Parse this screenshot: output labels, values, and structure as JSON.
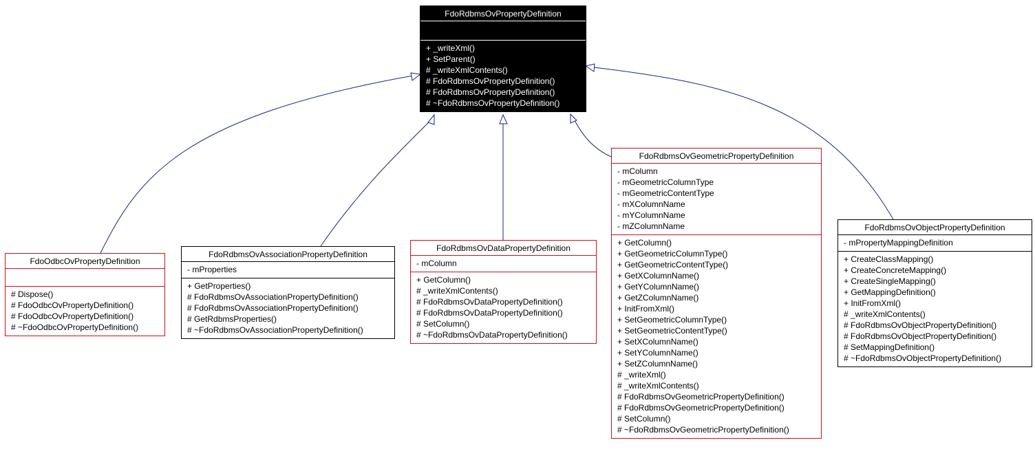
{
  "classes": {
    "base": {
      "name": "FdoRdbmsOvPropertyDefinition",
      "attributes": [],
      "methods": [
        "+ _writeXml()",
        "+ SetParent()",
        "# _writeXmlContents()",
        "# FdoRdbmsOvPropertyDefinition()",
        "# FdoRdbmsOvPropertyDefinition()",
        "# ~FdoRdbmsOvPropertyDefinition()"
      ]
    },
    "odbc": {
      "name": "FdoOdbcOvPropertyDefinition",
      "attributes": [],
      "methods": [
        "# Dispose()",
        "# FdoOdbcOvPropertyDefinition()",
        "# FdoOdbcOvPropertyDefinition()",
        "# ~FdoOdbcOvPropertyDefinition()"
      ]
    },
    "association": {
      "name": "FdoRdbmsOvAssociationPropertyDefinition",
      "attributes": [
        "- mProperties"
      ],
      "methods": [
        "+ GetProperties()",
        "# FdoRdbmsOvAssociationPropertyDefinition()",
        "# FdoRdbmsOvAssociationPropertyDefinition()",
        "# GetRdbmsProperties()",
        "# ~FdoRdbmsOvAssociationPropertyDefinition()"
      ]
    },
    "data": {
      "name": "FdoRdbmsOvDataPropertyDefinition",
      "attributes": [
        "- mColumn"
      ],
      "methods": [
        "+ GetColumn()",
        "# _writeXmlContents()",
        "# FdoRdbmsOvDataPropertyDefinition()",
        "# FdoRdbmsOvDataPropertyDefinition()",
        "# SetColumn()",
        "# ~FdoRdbmsOvDataPropertyDefinition()"
      ]
    },
    "geometric": {
      "name": "FdoRdbmsOvGeometricPropertyDefinition",
      "attributes": [
        "- mColumn",
        "- mGeometricColumnType",
        "- mGeometricContentType",
        "- mXColumnName",
        "- mYColumnName",
        "- mZColumnName"
      ],
      "methods": [
        "+ GetColumn()",
        "+ GetGeometricColumnType()",
        "+ GetGeometricContentType()",
        "+ GetXColumnName()",
        "+ GetYColumnName()",
        "+ GetZColumnName()",
        "+ InitFromXml()",
        "+ SetGeometricColumnType()",
        "+ SetGeometricContentType()",
        "+ SetXColumnName()",
        "+ SetYColumnName()",
        "+ SetZColumnName()",
        "# _writeXml()",
        "# _writeXmlContents()",
        "# FdoRdbmsOvGeometricPropertyDefinition()",
        "# FdoRdbmsOvGeometricPropertyDefinition()",
        "# SetColumn()",
        "# ~FdoRdbmsOvGeometricPropertyDefinition()"
      ]
    },
    "object": {
      "name": "FdoRdbmsOvObjectPropertyDefinition",
      "attributes": [
        "- mPropertyMappingDefinition"
      ],
      "methods": [
        "+ CreateClassMapping()",
        "+ CreateConcreteMapping()",
        "+ CreateSingleMapping()",
        "+ GetMappingDefinition()",
        "+ InitFromXml()",
        "# _writeXmlContents()",
        "# FdoRdbmsOvObjectPropertyDefinition()",
        "# FdoRdbmsOvObjectPropertyDefinition()",
        "# SetMappingDefinition()",
        "# ~FdoRdbmsOvObjectPropertyDefinition()"
      ]
    }
  },
  "colors": {
    "edge": "#1a237e",
    "highlight_border": "#c8121a",
    "base_fill": "#000000"
  }
}
